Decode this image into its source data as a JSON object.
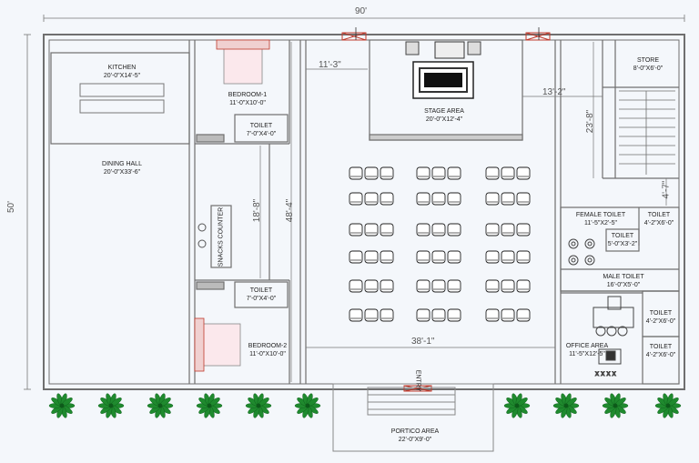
{
  "overall": {
    "width": "90'",
    "height": "50'"
  },
  "rooms": {
    "kitchen": {
      "name": "KITCHEN",
      "size": "20'-0\"X14'-5\""
    },
    "dining": {
      "name": "DINING HALL",
      "size": "20'-0\"X33'-6\""
    },
    "bedroom1": {
      "name": "BEDROOM-1",
      "size": "11'-0\"X10'-0\""
    },
    "toilet1": {
      "name": "TOILET",
      "size": "7'-0\"X4'-0\""
    },
    "toilet2": {
      "name": "TOILET",
      "size": "7'-0\"X4'-0\""
    },
    "bedroom2": {
      "name": "BEDROOM-2",
      "size": "11'-0\"X10'-0\""
    },
    "snacks": {
      "name": "SNACKS COUNTER"
    },
    "stage": {
      "name": "STAGE AREA",
      "size": "20'-0\"X12'-4\""
    },
    "store": {
      "name": "STORE",
      "size": "8'-0\"X6'-0\""
    },
    "female_toilet": {
      "name": "FEMALE TOILET",
      "size": "11'-5\"X2'-5\""
    },
    "toilet_a": {
      "name": "TOILET",
      "size": "4'-2\"X6'-0\""
    },
    "toilet_b": {
      "name": "TOILET",
      "size": "5'-0\"X3'-2\""
    },
    "male_toilet": {
      "name": "MALE TOILET",
      "size": "16'-0\"X5'-0\""
    },
    "toilet_c": {
      "name": "TOILET",
      "size": "4'-2\"X6'-0\""
    },
    "toilet_d": {
      "name": "TOILET",
      "size": "4'-2\"X6'-0\""
    },
    "office": {
      "name": "OFFICE AREA",
      "size": "11'-5\"X12'-5\""
    },
    "portico": {
      "name": "PORTICO AREA",
      "size": "22'-0\"X9'-0\""
    }
  },
  "dimensions": {
    "d1": "11'-3\"",
    "d2": "13'-2\"",
    "d3": "23'-8\"",
    "d4": "4'-7\"",
    "d5": "18'-8\"",
    "d6": "48'-4\"",
    "d7": "38'-1\""
  },
  "entry": "ENTRY",
  "colors": {
    "wall": "#6f6f6f",
    "plant": "#1f8a2e",
    "bed_accent": "#c0392b",
    "background": "#f4f7fb"
  }
}
